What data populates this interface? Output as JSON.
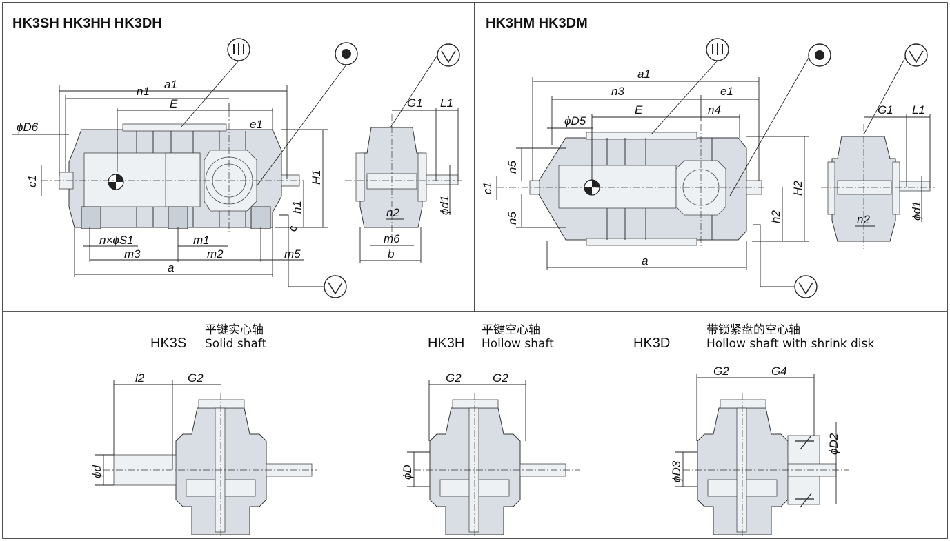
{
  "panel_top_left": {
    "title": "HK3SH   HK3HH   HK3DH",
    "labels": {
      "a1": "a1",
      "n1": "n1",
      "E": "E",
      "e1": "e1",
      "phiD6": "ϕD6",
      "c1": "c1",
      "H1": "H1",
      "h1": "h1",
      "c": "c",
      "nphiS1": "n×ϕS1",
      "m1": "m1",
      "m3": "m3",
      "m2": "m2",
      "m5": "m5",
      "a": "a",
      "G1": "G1",
      "L1": "L1",
      "phid1": "ϕd1",
      "n2": "n2",
      "m6": "m6",
      "b": "b"
    }
  },
  "panel_top_right": {
    "title": "HK3HM   HK3DM",
    "labels": {
      "a1": "a1",
      "n3": "n3",
      "e1": "e1",
      "phiD5": "ϕD5",
      "E": "E",
      "n4": "n4",
      "n5a": "n5",
      "c1": "c1",
      "n5b": "n5",
      "H2": "H2",
      "h2": "h2",
      "a": "a",
      "G1": "G1",
      "L1": "L1",
      "phid1": "ϕd1",
      "n2": "n2"
    }
  },
  "shaft_variants": [
    {
      "model": "HK3S",
      "cn": "平键实心轴",
      "en": "Solid shaft",
      "dims": [
        "l2",
        "G2",
        "ϕd"
      ]
    },
    {
      "model": "HK3H",
      "cn": "平键空心轴",
      "en": "Hollow shaft",
      "dims": [
        "G2",
        "G2",
        "ϕD"
      ]
    },
    {
      "model": "HK3D",
      "cn": "带锁紧盘的空心轴",
      "en": "Hollow shaft with shrink disk",
      "dims": [
        "G2",
        "G4",
        "ϕD2",
        "ϕD3"
      ]
    }
  ],
  "colors": {
    "housing": "#d9dee4",
    "line": "#222222"
  }
}
